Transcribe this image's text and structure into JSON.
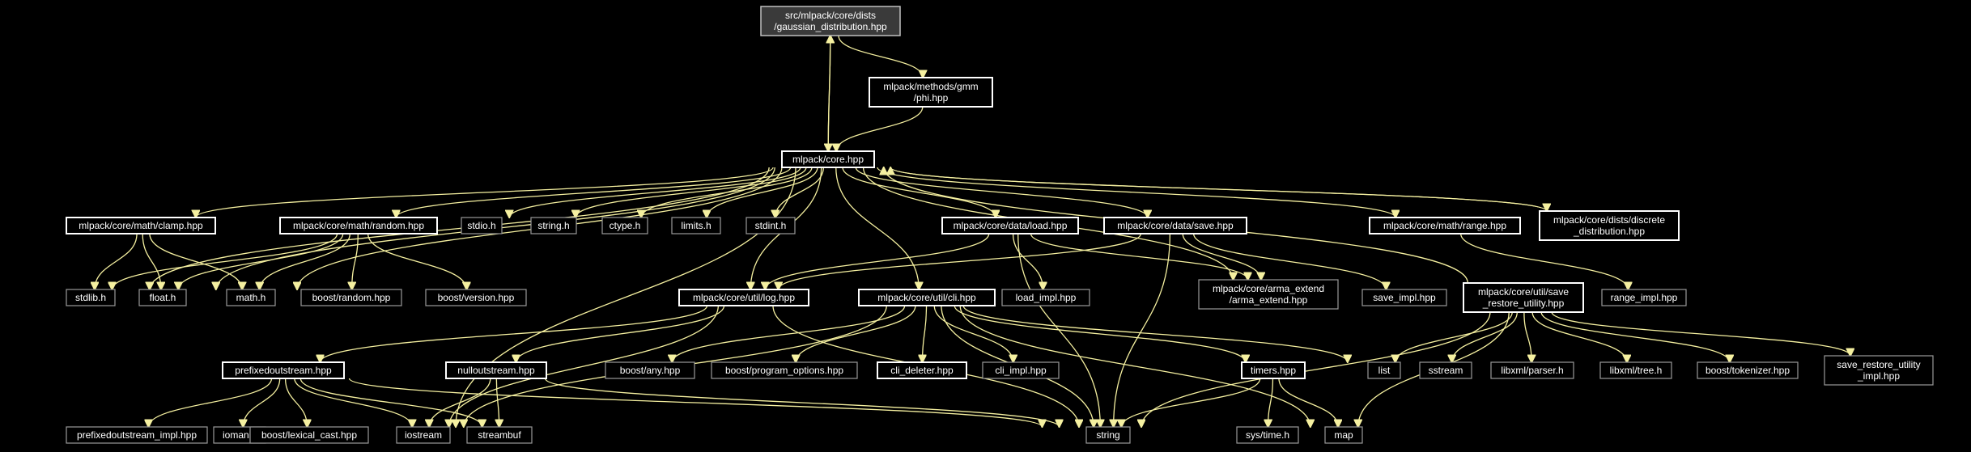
{
  "colors": {
    "background": "#000000",
    "edge": "#f5f0a0",
    "text": "#ffffff"
  },
  "nodes": [
    {
      "id": "root",
      "lines": [
        "src/mlpack/core/dists",
        "/gaussian_distribution.hpp"
      ],
      "style": "root"
    },
    {
      "id": "phi",
      "lines": [
        "mlpack/methods/gmm",
        "/phi.hpp"
      ],
      "style": "strong"
    },
    {
      "id": "core",
      "lines": [
        "mlpack/core.hpp"
      ],
      "style": "strong"
    },
    {
      "id": "clamp",
      "lines": [
        "mlpack/core/math/clamp.hpp"
      ],
      "style": "strong"
    },
    {
      "id": "random",
      "lines": [
        "mlpack/core/math/random.hpp"
      ],
      "style": "strong"
    },
    {
      "id": "stdio",
      "lines": [
        "stdio.h"
      ],
      "style": "weak"
    },
    {
      "id": "string_h",
      "lines": [
        "string.h"
      ],
      "style": "weak"
    },
    {
      "id": "ctype",
      "lines": [
        "ctype.h"
      ],
      "style": "weak"
    },
    {
      "id": "limits",
      "lines": [
        "limits.h"
      ],
      "style": "weak"
    },
    {
      "id": "stdint",
      "lines": [
        "stdint.h"
      ],
      "style": "weak"
    },
    {
      "id": "load",
      "lines": [
        "mlpack/core/data/load.hpp"
      ],
      "style": "strong"
    },
    {
      "id": "save",
      "lines": [
        "mlpack/core/data/save.hpp"
      ],
      "style": "strong"
    },
    {
      "id": "range",
      "lines": [
        "mlpack/core/math/range.hpp"
      ],
      "style": "strong"
    },
    {
      "id": "discrete",
      "lines": [
        "mlpack/core/dists/discrete",
        "_distribution.hpp"
      ],
      "style": "strong"
    },
    {
      "id": "stdlib",
      "lines": [
        "stdlib.h"
      ],
      "style": "weak"
    },
    {
      "id": "float",
      "lines": [
        "float.h"
      ],
      "style": "weak"
    },
    {
      "id": "math",
      "lines": [
        "math.h"
      ],
      "style": "weak"
    },
    {
      "id": "boost_random",
      "lines": [
        "boost/random.hpp"
      ],
      "style": "weak"
    },
    {
      "id": "boost_version",
      "lines": [
        "boost/version.hpp"
      ],
      "style": "weak"
    },
    {
      "id": "log",
      "lines": [
        "mlpack/core/util/log.hpp"
      ],
      "style": "strong"
    },
    {
      "id": "cli",
      "lines": [
        "mlpack/core/util/cli.hpp"
      ],
      "style": "strong"
    },
    {
      "id": "load_impl",
      "lines": [
        "load_impl.hpp"
      ],
      "style": "weak"
    },
    {
      "id": "arma_extend",
      "lines": [
        "mlpack/core/arma_extend",
        "/arma_extend.hpp"
      ],
      "style": "weak"
    },
    {
      "id": "save_impl",
      "lines": [
        "save_impl.hpp"
      ],
      "style": "weak"
    },
    {
      "id": "sru",
      "lines": [
        "mlpack/core/util/save",
        "_restore_utility.hpp"
      ],
      "style": "strong"
    },
    {
      "id": "range_impl",
      "lines": [
        "range_impl.hpp"
      ],
      "style": "weak"
    },
    {
      "id": "prefixed",
      "lines": [
        "prefixedoutstream.hpp"
      ],
      "style": "strong"
    },
    {
      "id": "nullout",
      "lines": [
        "nulloutstream.hpp"
      ],
      "style": "strong"
    },
    {
      "id": "boost_any",
      "lines": [
        "boost/any.hpp"
      ],
      "style": "weak"
    },
    {
      "id": "boost_po",
      "lines": [
        "boost/program_options.hpp"
      ],
      "style": "weak"
    },
    {
      "id": "cli_deleter",
      "lines": [
        "cli_deleter.hpp"
      ],
      "style": "strong"
    },
    {
      "id": "cli_impl",
      "lines": [
        "cli_impl.hpp"
      ],
      "style": "weak"
    },
    {
      "id": "timers",
      "lines": [
        "timers.hpp"
      ],
      "style": "strong"
    },
    {
      "id": "list",
      "lines": [
        "list"
      ],
      "style": "weak"
    },
    {
      "id": "sstream",
      "lines": [
        "sstream"
      ],
      "style": "weak"
    },
    {
      "id": "libxml_parser",
      "lines": [
        "libxml/parser.h"
      ],
      "style": "weak"
    },
    {
      "id": "libxml_tree",
      "lines": [
        "libxml/tree.h"
      ],
      "style": "weak"
    },
    {
      "id": "boost_tokenizer",
      "lines": [
        "boost/tokenizer.hpp"
      ],
      "style": "weak"
    },
    {
      "id": "sru_impl",
      "lines": [
        "save_restore_utility",
        "_impl.hpp"
      ],
      "style": "weak"
    },
    {
      "id": "prefixed_impl",
      "lines": [
        "prefixedoutstream_impl.hpp"
      ],
      "style": "weak"
    },
    {
      "id": "iomanip",
      "lines": [
        "iomanip"
      ],
      "style": "weak"
    },
    {
      "id": "lexical_cast",
      "lines": [
        "boost/lexical_cast.hpp"
      ],
      "style": "weak"
    },
    {
      "id": "iostream",
      "lines": [
        "iostream"
      ],
      "style": "weak"
    },
    {
      "id": "streambuf",
      "lines": [
        "streambuf"
      ],
      "style": "weak"
    },
    {
      "id": "string",
      "lines": [
        "string"
      ],
      "style": "weak"
    },
    {
      "id": "systime",
      "lines": [
        "sys/time.h"
      ],
      "style": "weak"
    },
    {
      "id": "map",
      "lines": [
        "map"
      ],
      "style": "weak"
    }
  ],
  "edges": [
    [
      "root",
      "phi"
    ],
    [
      "root",
      "core"
    ],
    [
      "phi",
      "core"
    ],
    [
      "core",
      "root"
    ],
    [
      "core",
      "clamp"
    ],
    [
      "core",
      "random"
    ],
    [
      "core",
      "stdio"
    ],
    [
      "core",
      "string_h"
    ],
    [
      "core",
      "ctype"
    ],
    [
      "core",
      "limits"
    ],
    [
      "core",
      "stdint"
    ],
    [
      "core",
      "load"
    ],
    [
      "core",
      "save"
    ],
    [
      "core",
      "range"
    ],
    [
      "core",
      "discrete"
    ],
    [
      "core",
      "stdlib"
    ],
    [
      "core",
      "float"
    ],
    [
      "core",
      "math"
    ],
    [
      "core",
      "log"
    ],
    [
      "core",
      "cli"
    ],
    [
      "core",
      "arma_extend"
    ],
    [
      "core",
      "iostream"
    ],
    [
      "clamp",
      "stdlib"
    ],
    [
      "clamp",
      "float"
    ],
    [
      "clamp",
      "math"
    ],
    [
      "random",
      "stdlib"
    ],
    [
      "random",
      "float"
    ],
    [
      "random",
      "math"
    ],
    [
      "random",
      "boost_random"
    ],
    [
      "random",
      "boost_version"
    ],
    [
      "load",
      "log"
    ],
    [
      "load",
      "load_impl"
    ],
    [
      "load",
      "arma_extend"
    ],
    [
      "load",
      "string"
    ],
    [
      "save",
      "log"
    ],
    [
      "save",
      "arma_extend"
    ],
    [
      "save",
      "save_impl"
    ],
    [
      "save",
      "string"
    ],
    [
      "range",
      "range_impl"
    ],
    [
      "discrete",
      "core"
    ],
    [
      "sru",
      "core"
    ],
    [
      "log",
      "prefixed"
    ],
    [
      "log",
      "nullout"
    ],
    [
      "log",
      "iostream"
    ],
    [
      "log",
      "string"
    ],
    [
      "cli",
      "iostream"
    ],
    [
      "cli",
      "boost_any"
    ],
    [
      "cli",
      "boost_po"
    ],
    [
      "cli",
      "cli_deleter"
    ],
    [
      "cli",
      "cli_impl"
    ],
    [
      "cli",
      "timers"
    ],
    [
      "cli",
      "list"
    ],
    [
      "cli",
      "string"
    ],
    [
      "cli",
      "map"
    ],
    [
      "sru",
      "list"
    ],
    [
      "sru",
      "sstream"
    ],
    [
      "sru",
      "libxml_parser"
    ],
    [
      "sru",
      "libxml_tree"
    ],
    [
      "sru",
      "boost_tokenizer"
    ],
    [
      "sru",
      "sru_impl"
    ],
    [
      "sru",
      "string"
    ],
    [
      "sru",
      "map"
    ],
    [
      "prefixed",
      "prefixed_impl"
    ],
    [
      "prefixed",
      "iomanip"
    ],
    [
      "prefixed",
      "lexical_cast"
    ],
    [
      "prefixed",
      "iostream"
    ],
    [
      "prefixed",
      "streambuf"
    ],
    [
      "prefixed",
      "string"
    ],
    [
      "nullout",
      "iostream"
    ],
    [
      "nullout",
      "streambuf"
    ],
    [
      "nullout",
      "string"
    ],
    [
      "timers",
      "string"
    ],
    [
      "timers",
      "systime"
    ],
    [
      "timers",
      "map"
    ]
  ]
}
